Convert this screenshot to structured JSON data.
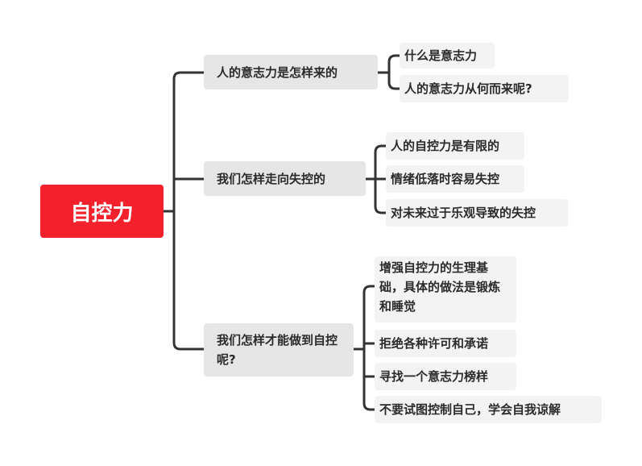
{
  "root": {
    "label": "自控力",
    "color": "#f2212c"
  },
  "branches": [
    {
      "label": "人的意志力是怎样来的",
      "children": [
        "什么是意志力",
        "人的意志力从何而来呢?"
      ]
    },
    {
      "label": "我们怎样走向失控的",
      "children": [
        "人的自控力是有限的",
        "情绪低落时容易失控",
        "对未来过于乐观导致的失控"
      ]
    },
    {
      "label": "我们怎样才能做到自控呢?",
      "children": [
        "增强自控力的生理基础，具体的做法是锻炼和睡觉",
        "拒绝各种许可和承诺",
        "寻找一个意志力榜样",
        "不要试图控制自己，学会自我谅解"
      ]
    }
  ],
  "style": {
    "line_color": "#333333",
    "branch_bg": "#e6e6e6",
    "leaf_bg": "#f3f3f3"
  }
}
